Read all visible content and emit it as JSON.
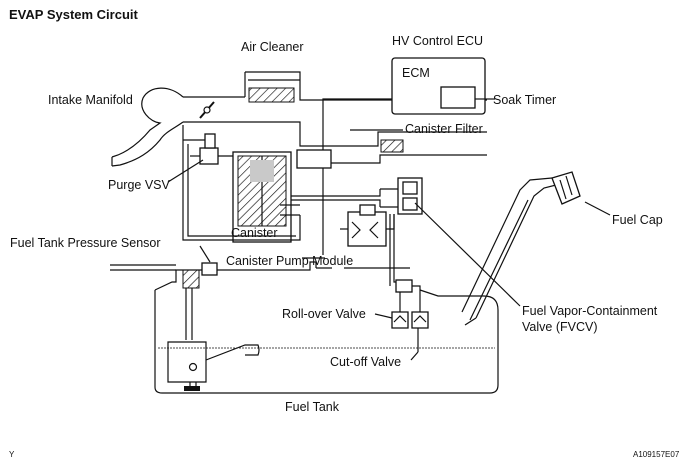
{
  "title": "EVAP System Circuit",
  "labels": {
    "air_cleaner": "Air Cleaner",
    "hv_control_ecu": "HV Control ECU",
    "ecm": "ECM",
    "soak_timer": "Soak Timer",
    "intake_manifold": "Intake Manifold",
    "canister_filter": "Canister Filter",
    "purge_vsv": "Purge VSV",
    "fuel_cap": "Fuel Cap",
    "canister": "Canister",
    "fuel_tank_pressure_sensor": "Fuel Tank Pressure Sensor",
    "canister_pump_module": "Canister Pump Module",
    "fvcv_line1": "Fuel Vapor-Containment",
    "fvcv_line2": "Valve (FVCV)",
    "roll_over_valve": "Roll-over Valve",
    "cut_off_valve": "Cut-off Valve",
    "fuel_tank": "Fuel Tank"
  },
  "footer": {
    "left_mark": "Y",
    "figure_code": "A109157E07"
  }
}
